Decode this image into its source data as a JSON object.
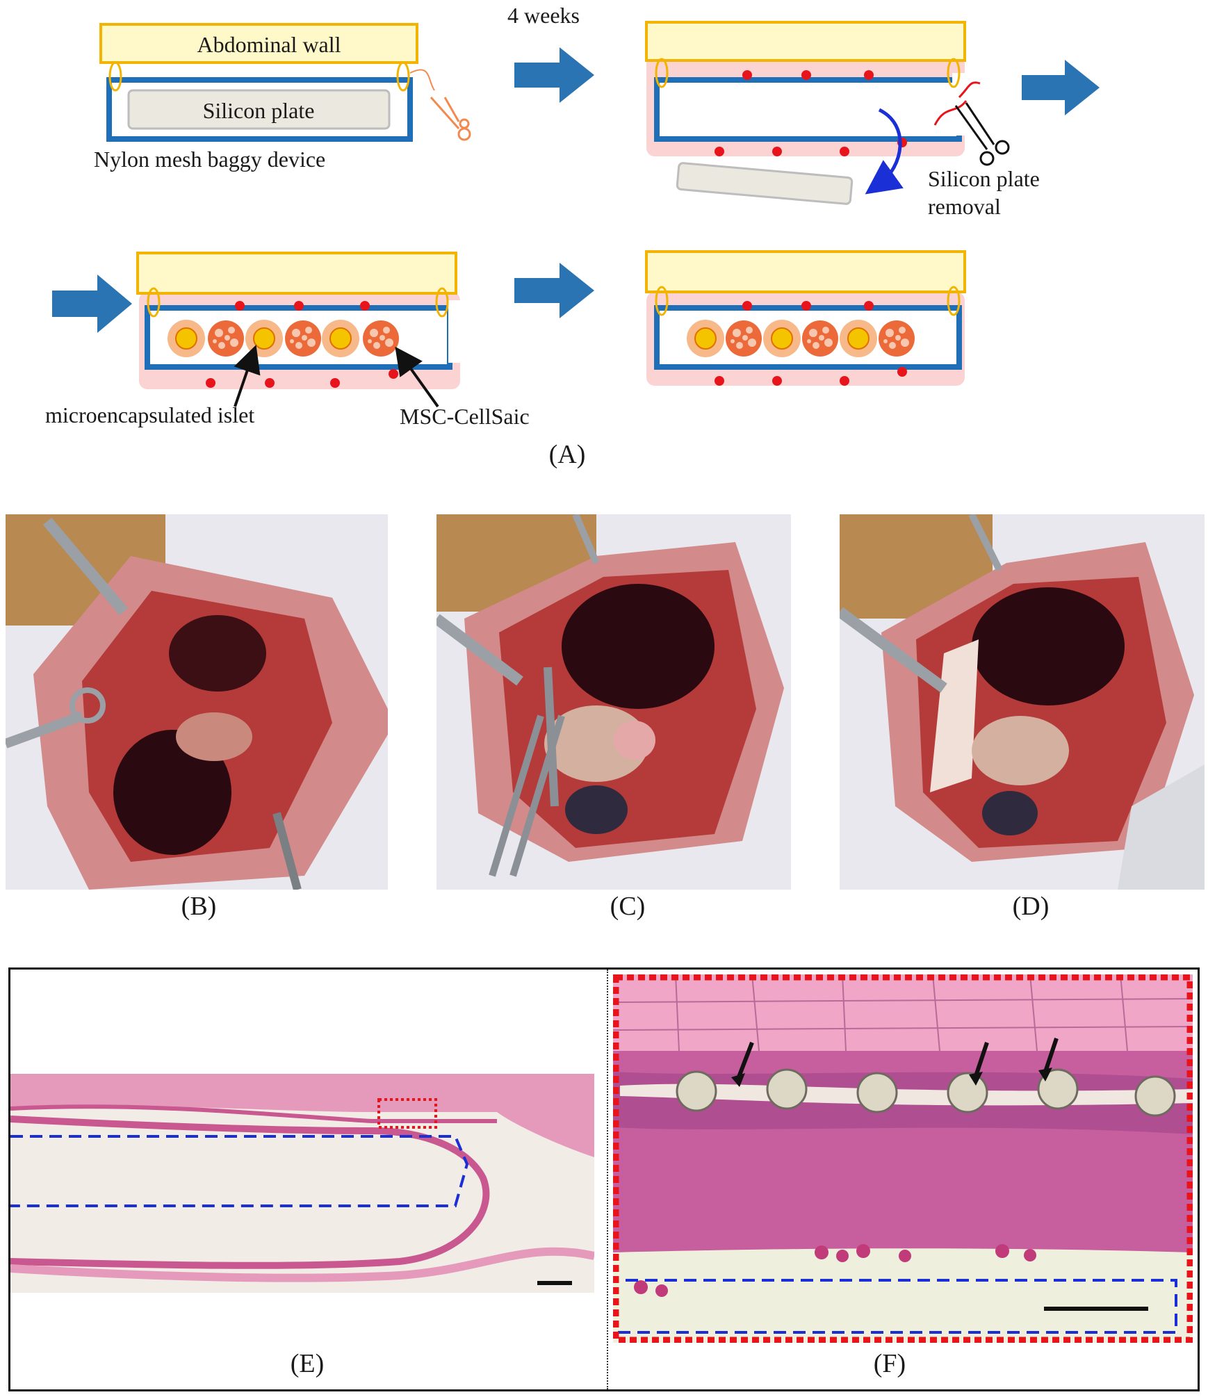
{
  "diagram": {
    "abdominal_wall_label": "Abdominal wall",
    "silicon_plate_label": "Silicon plate",
    "device_label": "Nylon mesh baggy device",
    "duration_label": "4 weeks",
    "removal_label_line1": "Silicon plate",
    "removal_label_line2": "removal",
    "islet_label": "microencapsulated islet",
    "msc_label": "MSC-CellSaic",
    "colors": {
      "wall_fill": "#fff8c8",
      "wall_stroke": "#f2b400",
      "mesh_stroke": "#1e6fb8",
      "tissue": "#fbd3d3",
      "vessel": "#e8141c",
      "arrow": "#2a74b4",
      "rotate_arrow": "#1a2fd6",
      "islet_outer": "#f8b98a",
      "islet_core": "#f5c400",
      "msc": "#ec6a3a"
    }
  },
  "panels": {
    "A": "(A)",
    "B": "(B)",
    "C": "(C)",
    "D": "(D)",
    "E": "(E)",
    "F": "(F)"
  }
}
